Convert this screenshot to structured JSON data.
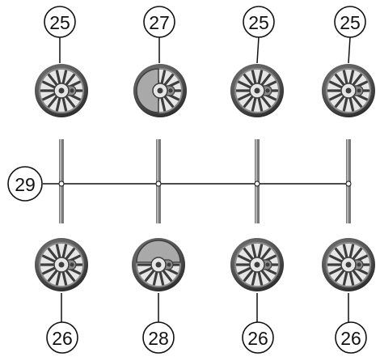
{
  "diagram": {
    "top_wheel_callouts": [
      "25",
      "27",
      "25",
      "25"
    ],
    "bottom_wheel_callouts": [
      "26",
      "28",
      "26",
      "26"
    ],
    "axle_assembly_callout": "29",
    "wheel_types_top": [
      "spoked",
      "half-disc",
      "spoked",
      "spoked"
    ],
    "wheel_types_bottom": [
      "spoked",
      "half-disc",
      "spoked",
      "spoked"
    ],
    "colors": {
      "line": "#111111",
      "wheel_dark": "#3d3d3d",
      "wheel_mid": "#8a8a8a",
      "wheel_light": "#e6e6e6",
      "disc_fill": "#a9a9a9",
      "axle": "#777777"
    }
  }
}
